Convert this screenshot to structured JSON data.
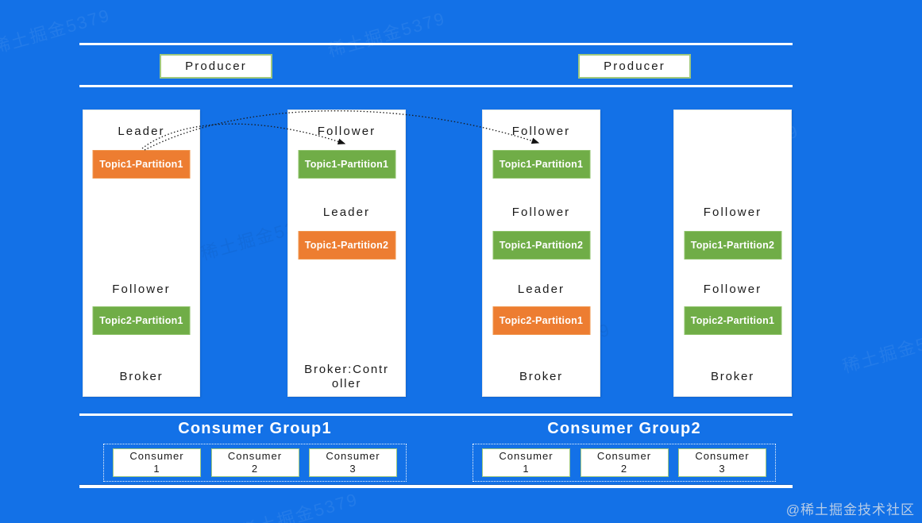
{
  "colors": {
    "background": "#1371E7",
    "leader": "#ED7D31",
    "leader-border": "#F0974F",
    "follower": "#70AD47",
    "follower-border": "#8FC36B",
    "panel": "#FFFFFF",
    "green-border": "#9FC87E"
  },
  "producers": {
    "labels": [
      "Producer",
      "Producer"
    ]
  },
  "brokers": [
    {
      "footer": "Broker",
      "slots": {
        "s1": {
          "role": "Leader",
          "partition": "Topic1-Partition1",
          "type": "leader"
        },
        "s3": {
          "role": "Follower",
          "partition": "Topic2-Partition1",
          "type": "follower"
        }
      }
    },
    {
      "footer": "Broker:Controller",
      "slots": {
        "s1": {
          "role": "Follower",
          "partition": "Topic1-Partition1",
          "type": "follower"
        },
        "s2": {
          "role": "Leader",
          "partition": "Topic1-Partition2",
          "type": "leader"
        }
      }
    },
    {
      "footer": "Broker",
      "slots": {
        "s1": {
          "role": "Follower",
          "partition": "Topic1-Partition1",
          "type": "follower"
        },
        "s2": {
          "role": "Follower",
          "partition": "Topic1-Partition2",
          "type": "follower"
        },
        "s3": {
          "role": "Leader",
          "partition": "Topic2-Partition1",
          "type": "leader"
        }
      }
    },
    {
      "footer": "Broker",
      "slots": {
        "s2": {
          "role": "Follower",
          "partition": "Topic1-Partition2",
          "type": "follower"
        },
        "s3": {
          "role": "Follower",
          "partition": "Topic2-Partition1",
          "type": "follower"
        }
      }
    }
  ],
  "arrows": [
    {
      "from": "broker1-topic1-partition1-leader",
      "to": "broker2-topic1-partition1-follower"
    },
    {
      "from": "broker1-topic1-partition1-leader",
      "to": "broker3-topic1-partition1-follower"
    }
  ],
  "consumer_groups": [
    {
      "title": "Consumer Group1",
      "consumers": [
        {
          "line1": "Consumer",
          "line2": "1"
        },
        {
          "line1": "Consumer",
          "line2": "2"
        },
        {
          "line1": "Consumer",
          "line2": "3"
        }
      ]
    },
    {
      "title": "Consumer Group2",
      "consumers": [
        {
          "line1": "Consumer",
          "line2": "1"
        },
        {
          "line1": "Consumer",
          "line2": "2"
        },
        {
          "line1": "Consumer",
          "line2": "3"
        }
      ]
    }
  ],
  "watermarks": {
    "corner": "@稀土掘金技术社区",
    "faint": "稀土掘金5379"
  }
}
